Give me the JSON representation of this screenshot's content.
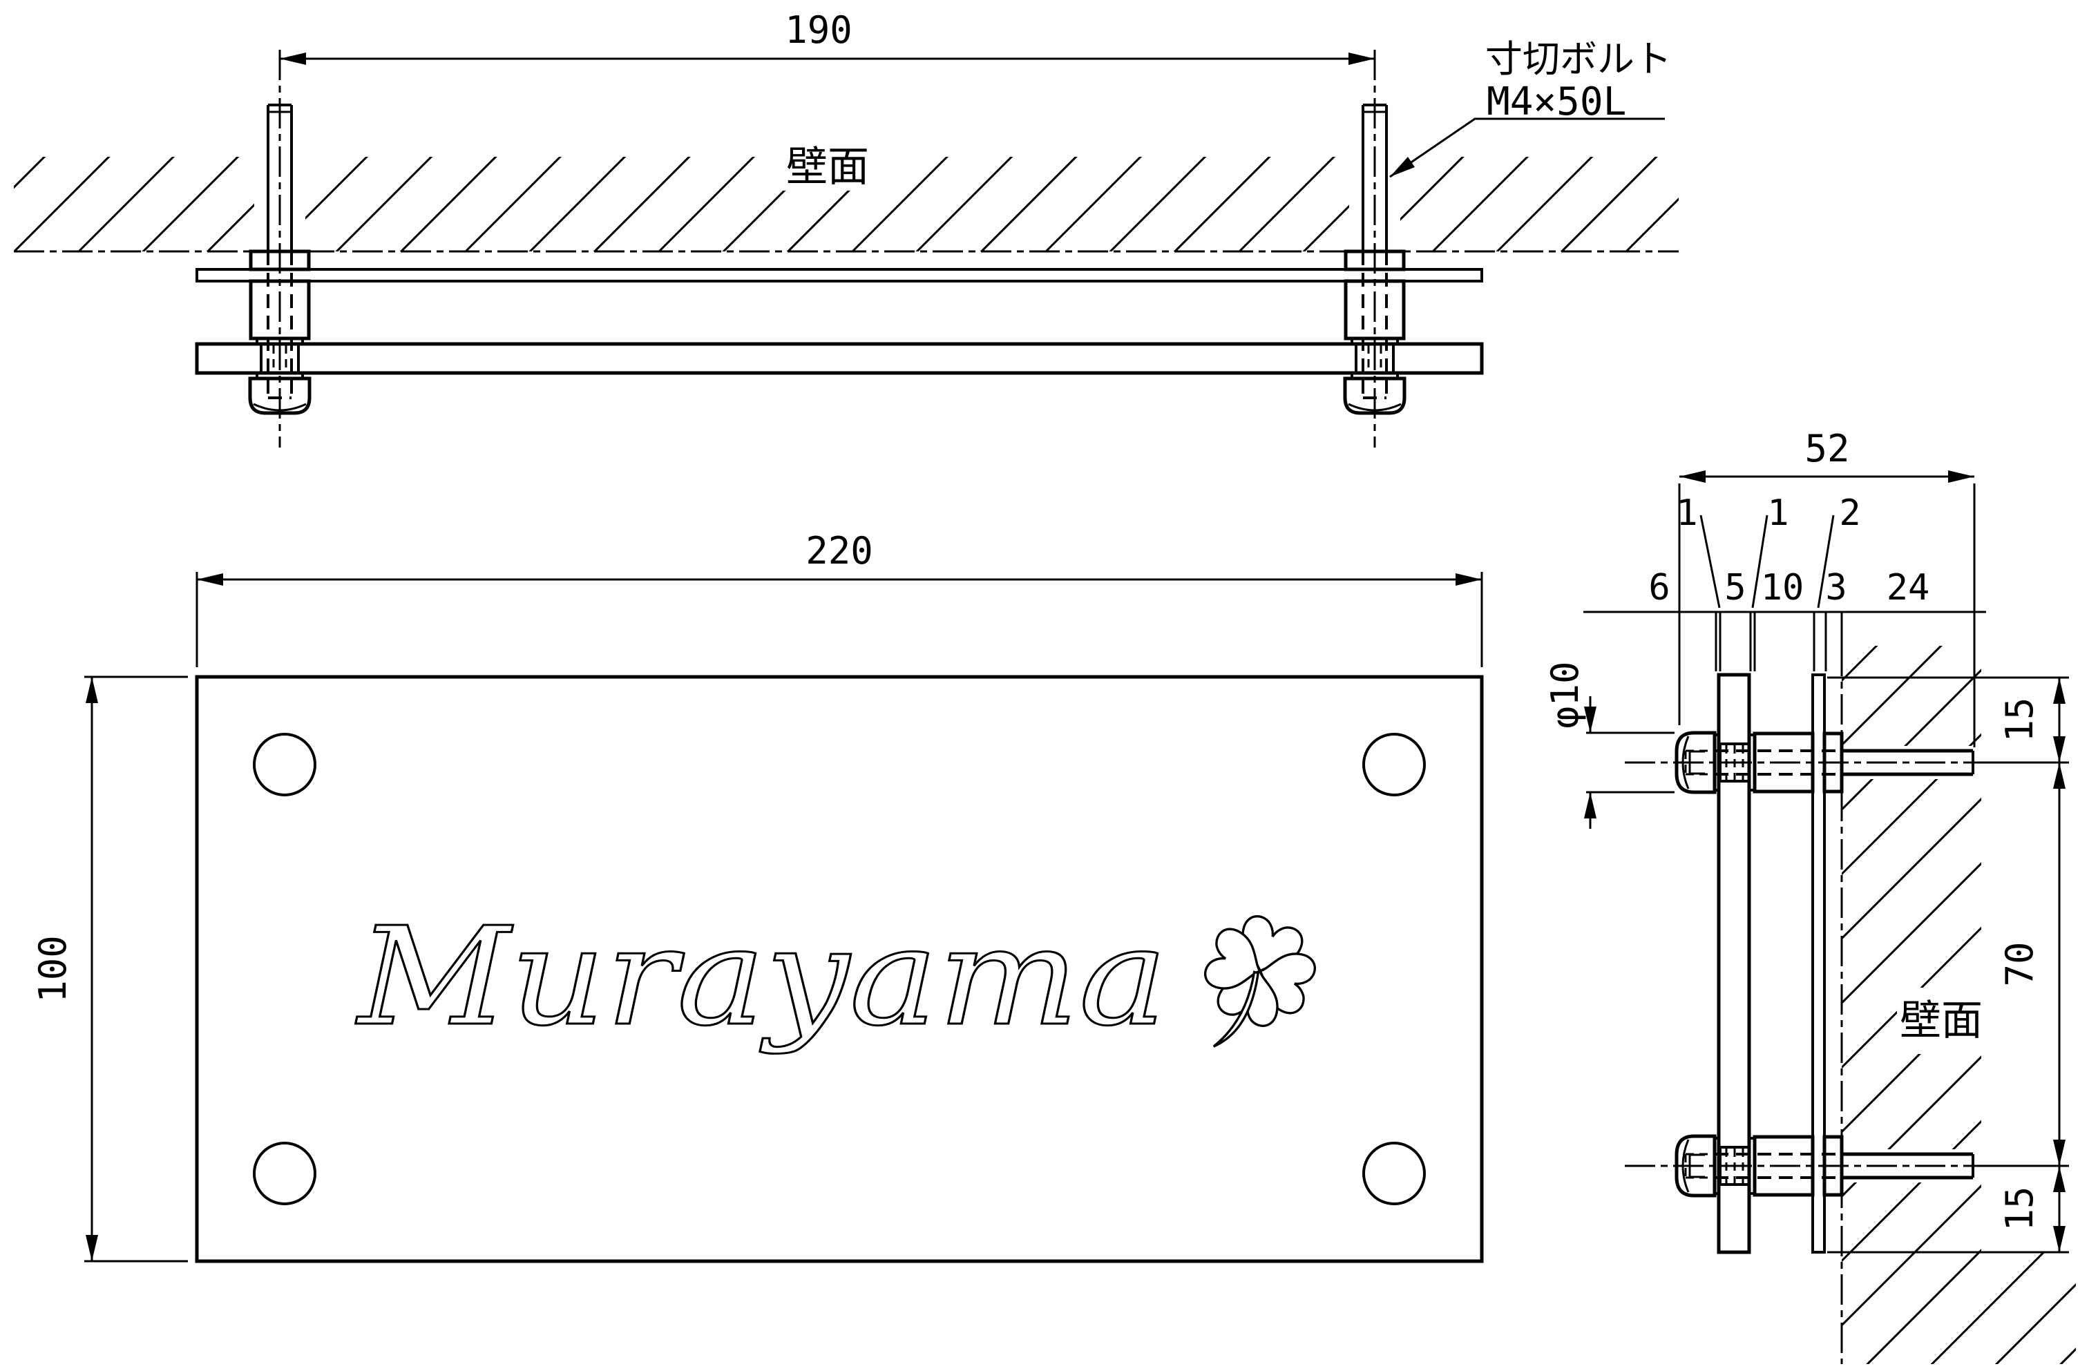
{
  "drawing": {
    "top_view": {
      "dim_bolt_spacing": "190",
      "wall_label": "壁面",
      "bolt_spec_line1": "寸切ボルト",
      "bolt_spec_line2": "M4×50L"
    },
    "front_view": {
      "dim_width": "220",
      "dim_height": "100",
      "name_text": "Murayama"
    },
    "side_view": {
      "dim_total_depth": "52",
      "layer_callouts_upper": [
        "1",
        "1",
        "2"
      ],
      "layer_callouts_lower": [
        "6",
        "5",
        "10",
        "3",
        "24"
      ],
      "dim_cap_diameter": "φ10",
      "dim_top_offset": "15",
      "dim_bolt_span": "70",
      "dim_bottom_offset": "15",
      "wall_label": "壁面"
    },
    "line_color": "#000000",
    "background_color": "#ffffff"
  }
}
